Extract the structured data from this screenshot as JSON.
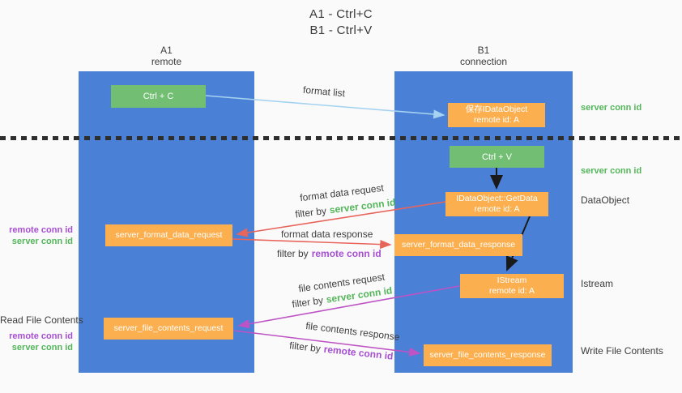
{
  "title": {
    "line1": "A1 - Ctrl+C",
    "line2": "B1 - Ctrl+V"
  },
  "columns": {
    "a1": {
      "name": "A1",
      "subtitle": "remote"
    },
    "b1": {
      "name": "B1",
      "subtitle": "connection"
    }
  },
  "nodes": {
    "ctrl_c": {
      "label": "Ctrl + C"
    },
    "ctrl_v": {
      "label": "Ctrl + V"
    },
    "save_idataobject": {
      "line1": "保存IDataObject",
      "line2": "remote id: A"
    },
    "idataobject_getdata": {
      "line1": "IDataObject::GetData",
      "line2": "remote id: A"
    },
    "istream": {
      "line1": "IStream",
      "line2": "remote id: A"
    },
    "server_format_data_request": {
      "label": "server_format_data_request"
    },
    "server_format_data_response": {
      "label": "server_format_data_response"
    },
    "server_file_contents_request": {
      "label": "server_file_contents_request"
    },
    "server_file_contents_response": {
      "label": "server_file_contents_response"
    }
  },
  "edge_labels": {
    "format_list": "format list",
    "format_data_request": "format data request",
    "format_data_request_filter": {
      "prefix": "filter by",
      "key": "server conn id"
    },
    "format_data_response": "format data response",
    "format_data_response_filter": {
      "prefix": "filter by",
      "key": "remote conn id"
    },
    "file_contents_request": "file contents request",
    "file_contents_request_filter": {
      "prefix": "filter by",
      "key": "server conn id"
    },
    "file_contents_response": "file contents response",
    "file_contents_response_filter": {
      "prefix": "filter by",
      "key": "remote conn id"
    }
  },
  "side_labels": {
    "right_server_conn_id_top": "server conn id",
    "right_server_conn_id_mid": "server conn id",
    "right_dataobject": "DataObject",
    "right_istream": "Istream",
    "right_write_file_contents": "Write File Contents",
    "left_remote_conn_id_top": "remote conn id",
    "left_server_conn_id_top": "server conn id",
    "left_read_file_contents": "Read File Contents",
    "left_remote_conn_id_bottom": "remote conn id",
    "left_server_conn_id_bottom": "server conn id"
  },
  "colors": {
    "column_blue": "#4b80d7",
    "node_orange": "#fbaf4f",
    "node_green": "#72bf74",
    "green_text": "#53b65a",
    "purple_text": "#a74fd2",
    "red_arrow": "#e8655c",
    "magenta_arrow": "#bd53c4",
    "light_blue_arrow": "#a5d2f0",
    "black_arrow": "#1a1a1a",
    "background": "#fafafa"
  }
}
